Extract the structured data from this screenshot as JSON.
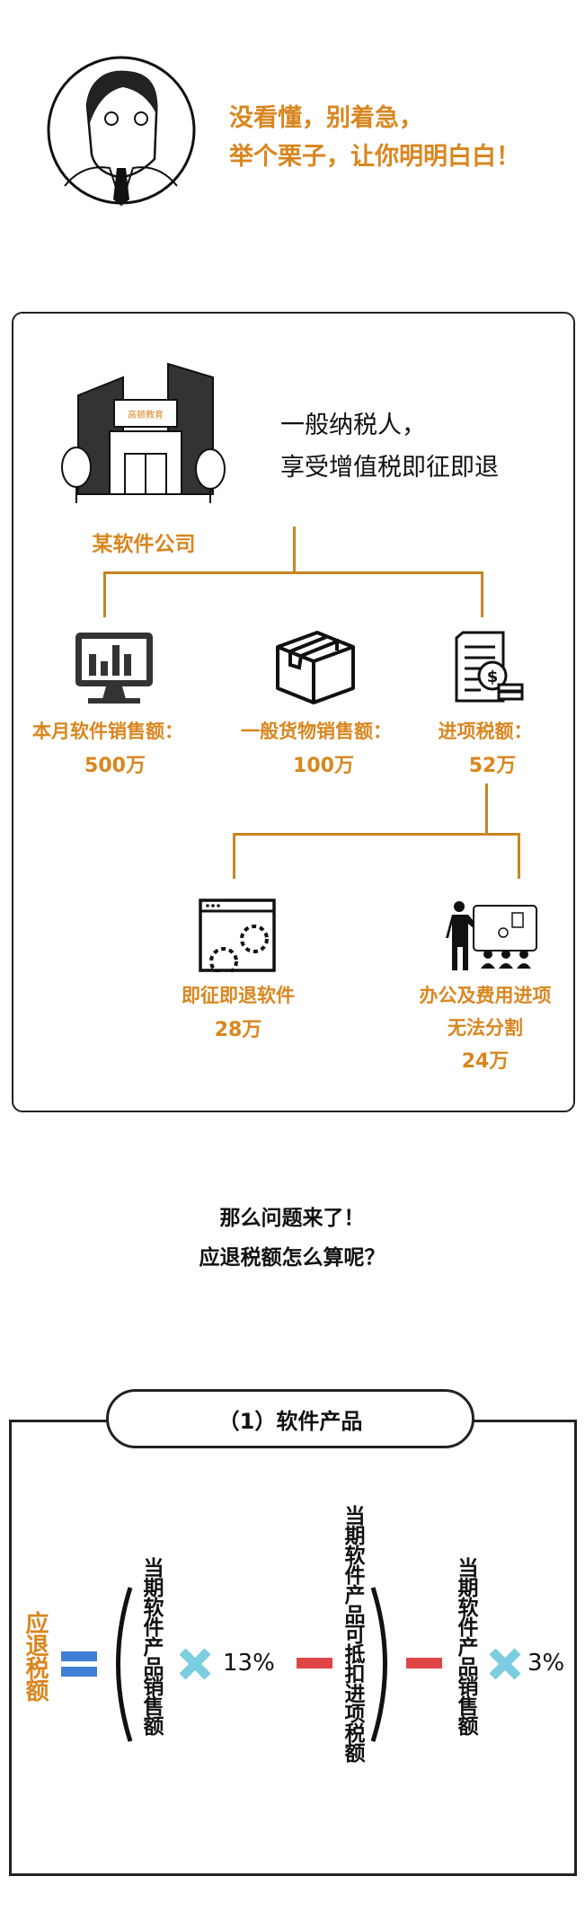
{
  "intro": {
    "line1": "没看懂，别着急，",
    "line2": "举个栗子，让你明明白白！"
  },
  "example": {
    "company_label": "某软件公司",
    "sign_text": "高顿教育",
    "desc_line1": "一般纳税人，",
    "desc_line2": "享受增值税即征即退",
    "items": [
      {
        "label": "本月软件销售额：",
        "value": "500万",
        "icon": "monitor-chart-icon"
      },
      {
        "label": "一般货物销售额：",
        "value": "100万",
        "icon": "package-box-icon"
      },
      {
        "label": "进项税额：",
        "value": "52万",
        "icon": "invoice-dollar-icon"
      }
    ],
    "sub_items": [
      {
        "label": "即征即退软件",
        "value": "28万",
        "icon": "gear-window-icon"
      },
      {
        "label": "办公及费用进项",
        "label2": "无法分割",
        "value": "24万",
        "icon": "presentation-icon"
      }
    ]
  },
  "question": {
    "line1": "那么问题来了！",
    "line2": "应退税额怎么算呢？"
  },
  "formula": {
    "title": "（1）软件产品",
    "result": "应退税额",
    "term1": "当期软件产品销售额",
    "rate1": "13%",
    "term2": "当期软件产品可抵扣进项税额",
    "term3": "当期软件产品销售额",
    "rate2": "3%",
    "colors": {
      "accent": "#d9861f",
      "equals": "#3f7fd6",
      "minus": "#e04545",
      "times": "#7ccde0"
    }
  }
}
